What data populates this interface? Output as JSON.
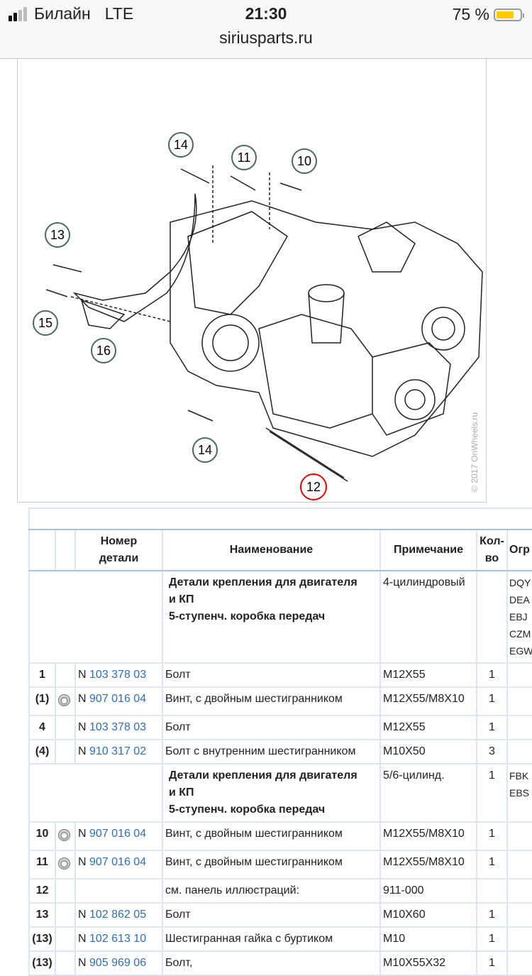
{
  "status_bar": {
    "carrier": "Билайн",
    "network": "LTE",
    "time": "21:30",
    "battery": "75 %",
    "battery_level": 0.75,
    "battery_color": "#ffcc00",
    "url": "siriusparts.ru"
  },
  "diagram": {
    "callouts": [
      "14",
      "11",
      "10",
      "13",
      "15",
      "16",
      "14",
      "12"
    ],
    "highlighted_callout": "12",
    "highlight_color": "#e00000",
    "watermark": "© 2017 OnWheels.ru"
  },
  "table": {
    "headers": [
      "",
      "",
      "Номер детали",
      "Наименование",
      "Примечание",
      "Кол-во",
      "Огр"
    ],
    "header_part_line1": "Номер",
    "header_part_line2": "детали",
    "header_qty_line1": "Кол-",
    "header_qty_line2": "во",
    "rows": [
      {
        "type": "group",
        "name1": "Детали крепления для двигателя",
        "name2": "и КП",
        "name3": "5-ступенч. коробка передач",
        "note": "4-цилиндровый",
        "qty": "",
        "restr": [
          "DQY",
          "DEA",
          "EBJ",
          "CZM",
          "EGW"
        ]
      },
      {
        "type": "item",
        "num": "1",
        "icon": false,
        "prefix": "N",
        "part": "103 378 03",
        "name": "Болт",
        "note": "M12X55",
        "qty": "1"
      },
      {
        "type": "item",
        "num": "(1)",
        "icon": true,
        "prefix": "N",
        "part": "907 016 04",
        "name": "Винт, с двойным шестигранником",
        "note": "M12X55/M8X10",
        "qty": "1"
      },
      {
        "type": "item",
        "num": "4",
        "icon": false,
        "prefix": "N",
        "part": "103 378 03",
        "name": "Болт",
        "note": "M12X55",
        "qty": "1"
      },
      {
        "type": "item",
        "num": "(4)",
        "icon": false,
        "prefix": "N",
        "part": "910 317 02",
        "name": "Болт с внутренним шестигранником",
        "note": "M10X50",
        "qty": "3"
      },
      {
        "type": "group",
        "name1": "Детали крепления для двигателя",
        "name2": "и КП",
        "name3": "5-ступенч. коробка передач",
        "note": "5/6-цилинд.",
        "qty": "1",
        "restr": [
          "FBK",
          "EBS"
        ]
      },
      {
        "type": "item",
        "num": "10",
        "icon": true,
        "prefix": "N",
        "part": "907 016 04",
        "name": "Винт, с двойным шестигранником",
        "note": "M12X55/M8X10",
        "qty": "1"
      },
      {
        "type": "item",
        "num": "11",
        "icon": true,
        "prefix": "N",
        "part": "907 016 04",
        "name": "Винт, с двойным шестигранником",
        "note": "M12X55/M8X10",
        "qty": "1"
      },
      {
        "type": "item",
        "num": "12",
        "icon": false,
        "prefix": "",
        "part": "",
        "name": "см. панель иллюстраций:",
        "note": "911-000",
        "qty": ""
      },
      {
        "type": "item",
        "num": "13",
        "icon": false,
        "prefix": "N",
        "part": "102 862 05",
        "name": "Болт",
        "note": "M10X60",
        "qty": "1"
      },
      {
        "type": "item",
        "num": "(13)",
        "icon": false,
        "prefix": "N",
        "part": "102 613 10",
        "name": "Шестигранная гайка с буртиком",
        "note": "M10",
        "qty": "1"
      },
      {
        "type": "item",
        "num": "(13)",
        "icon": false,
        "prefix": "N",
        "part": "905 969 06",
        "name": "Болт,",
        "note": "M10X55X32",
        "qty": "1"
      }
    ]
  }
}
